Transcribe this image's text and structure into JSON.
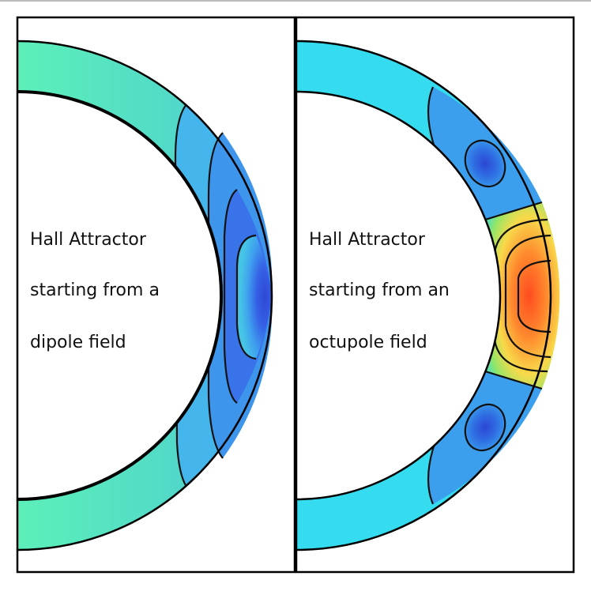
{
  "panels": [
    {
      "id": "dipole",
      "lines": [
        "Hall Attractor",
        "starting from a",
        "dipole field"
      ],
      "colors": {
        "background": "#5cf0b9",
        "mid": "#3fb5ef",
        "deep": "#3561e6",
        "core": "#2f48d6"
      }
    },
    {
      "id": "octupole",
      "lines": [
        "Hall Attractor",
        "starting from an",
        "octupole field"
      ],
      "colors": {
        "background": "#33e1ef",
        "blue": "#2f7ee6",
        "deep_blue": "#2c46d4",
        "green": "#8ee66a",
        "yellow": "#f8d94a",
        "orange": "#ff8a2e",
        "red": "#ff4b1f"
      }
    }
  ]
}
